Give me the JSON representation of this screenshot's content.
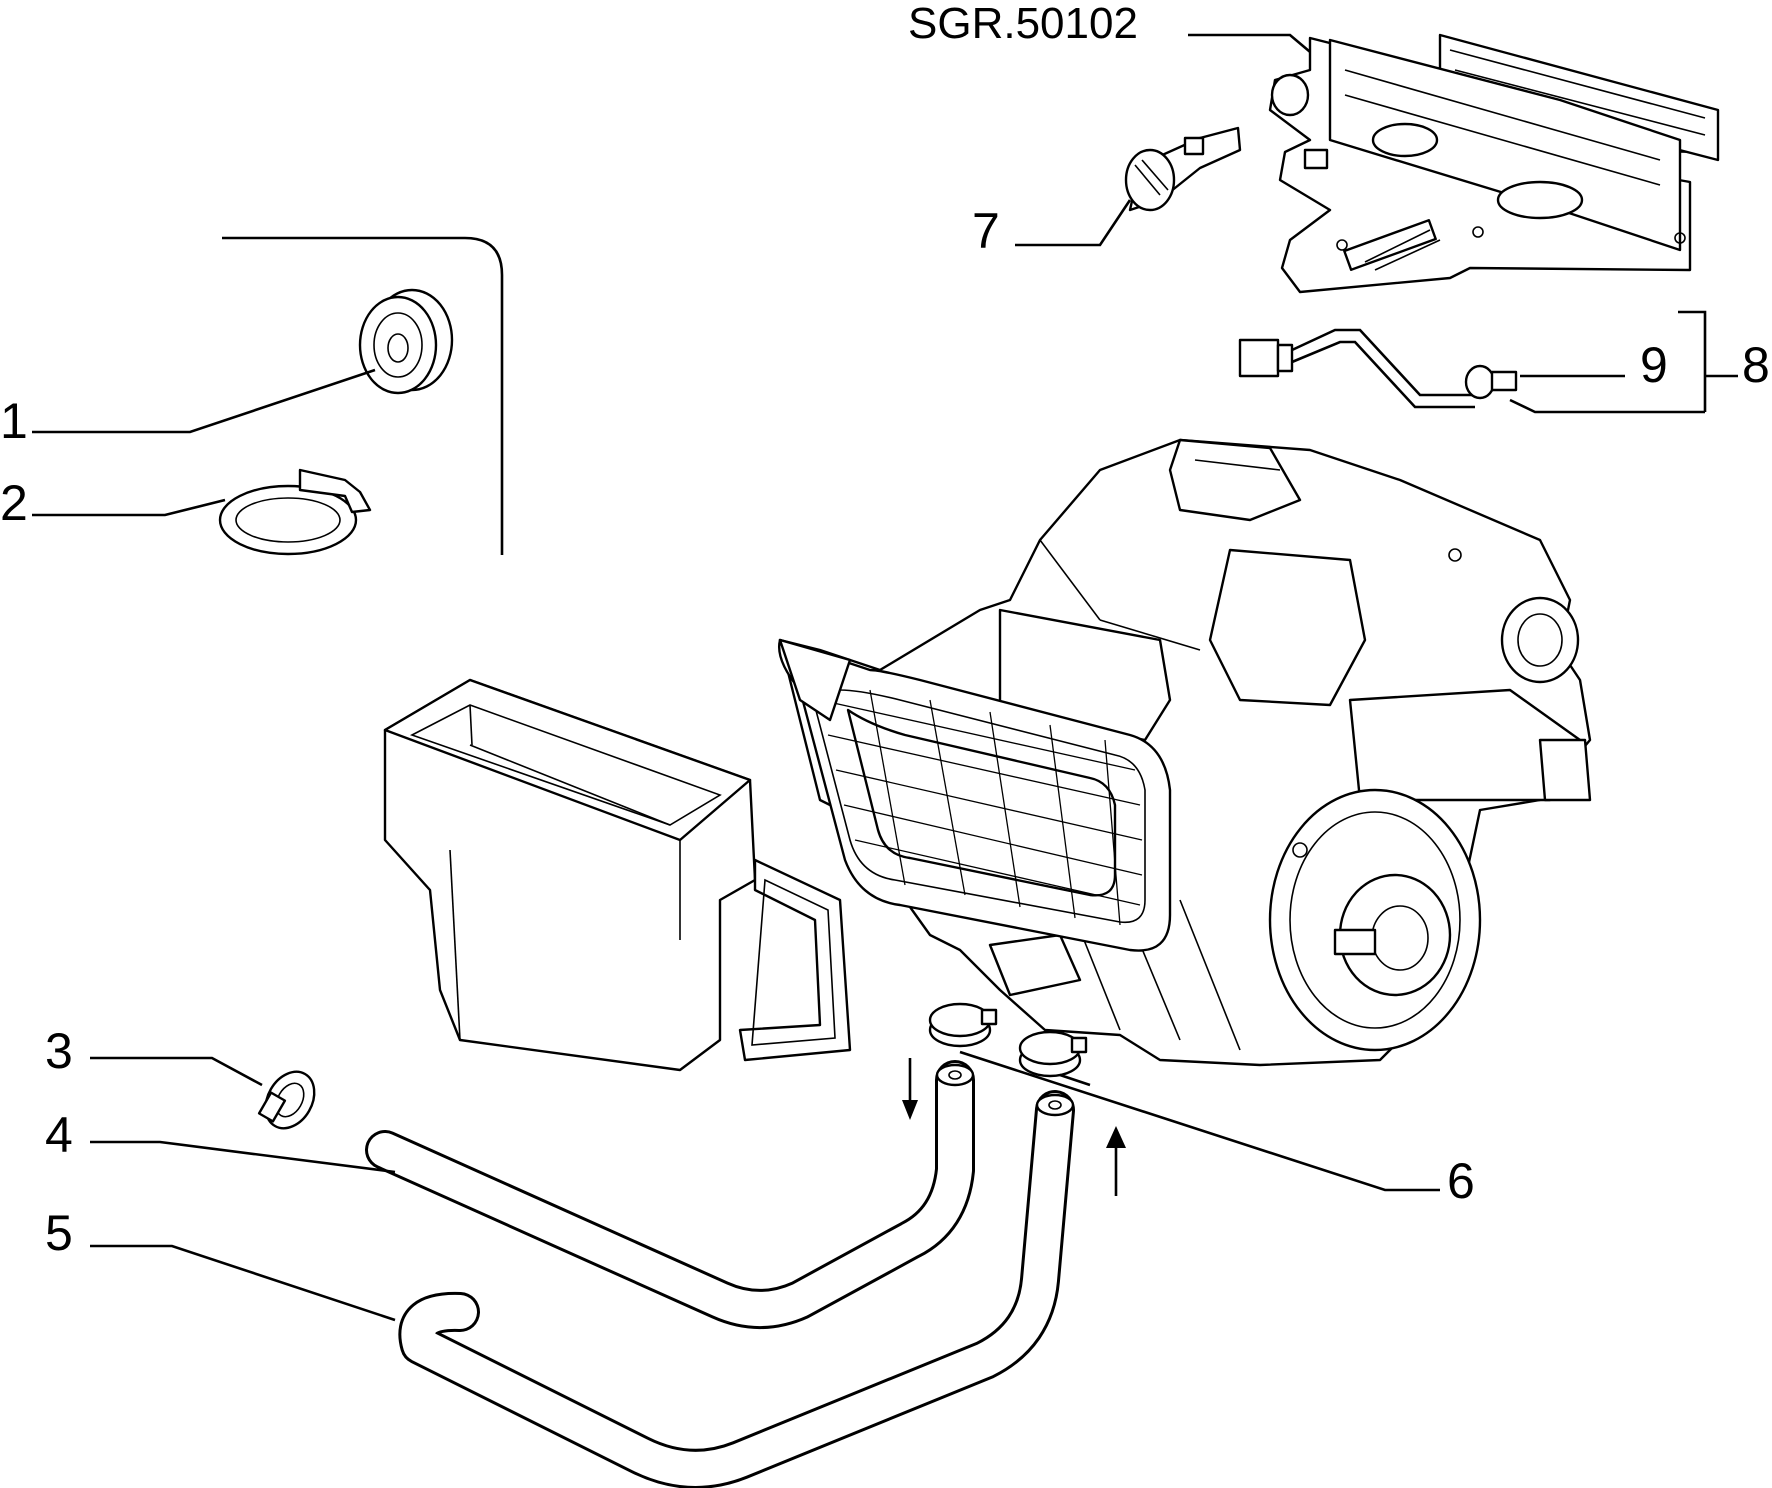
{
  "diagram": {
    "reference_code": "SGR.50102",
    "callouts": [
      {
        "id": "c1",
        "label": "1"
      },
      {
        "id": "c2",
        "label": "2"
      },
      {
        "id": "c3",
        "label": "3"
      },
      {
        "id": "c4",
        "label": "4"
      },
      {
        "id": "c5",
        "label": "5"
      },
      {
        "id": "c6",
        "label": "6"
      },
      {
        "id": "c7",
        "label": "7"
      },
      {
        "id": "c8",
        "label": "8"
      },
      {
        "id": "c9",
        "label": "9"
      }
    ]
  }
}
